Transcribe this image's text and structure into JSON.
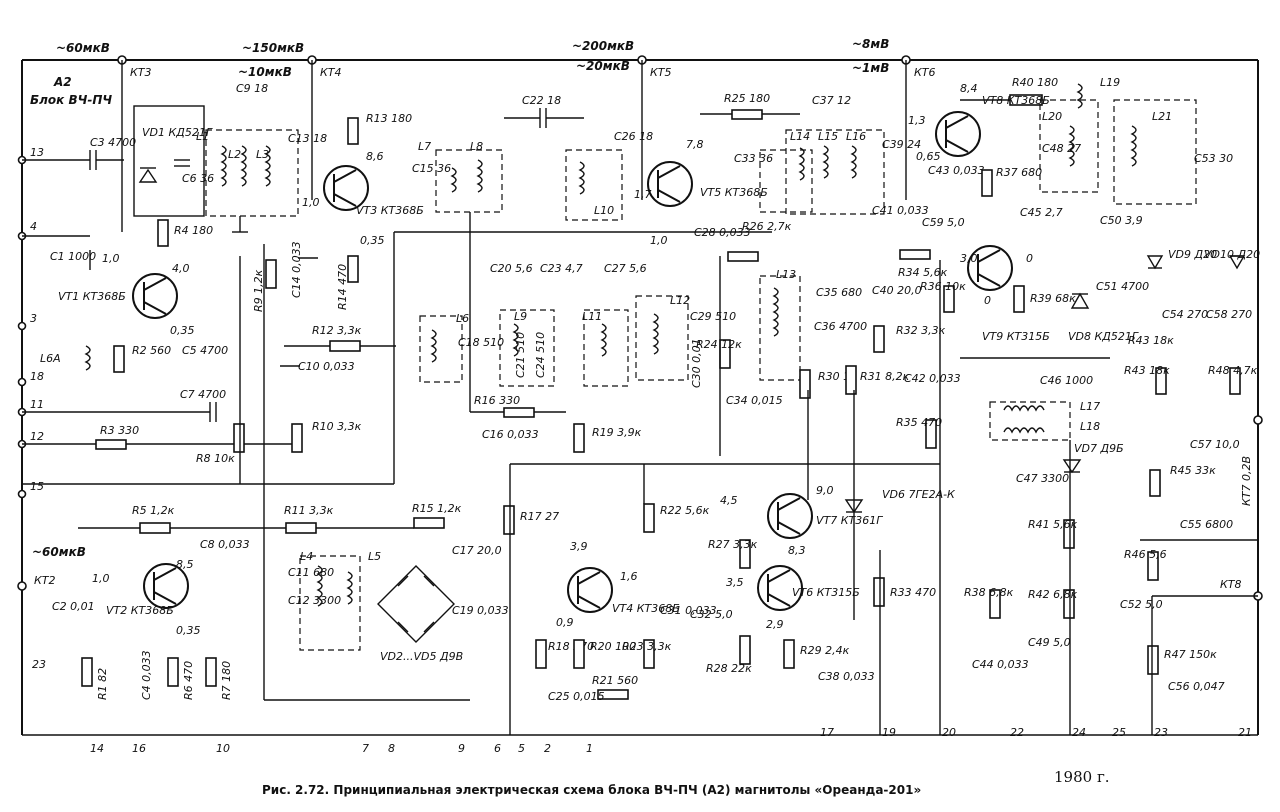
{
  "block": {
    "designator": "A2",
    "name": "Блок ВЧ-ПЧ"
  },
  "caption": "Рис. 2.72. Принципиальная электрическая схема блока ВЧ-ПЧ (А2) магнитолы «Ореанда-201»",
  "year": "1980 г.",
  "test_points": [
    {
      "id": "KT2",
      "label": "КТ2",
      "level": "~60мкВ"
    },
    {
      "id": "KT3",
      "label": "КТ3",
      "level": "~60мкВ"
    },
    {
      "id": "KT4",
      "label": "КТ4",
      "level": "~150мкВ",
      "level2": "~10мкВ"
    },
    {
      "id": "KT5",
      "label": "КТ5",
      "level": "~200мкВ",
      "level2": "~20мкВ"
    },
    {
      "id": "KT6",
      "label": "КТ6",
      "level": "~8мВ",
      "level2": "~1мВ"
    },
    {
      "id": "KT7",
      "label": "КТ7 0,2В"
    },
    {
      "id": "KT8",
      "label": "КТ8"
    }
  ],
  "left_pins": [
    "13",
    "4",
    "3",
    "18",
    "11",
    "12",
    "15",
    "23"
  ],
  "bottom_pins": [
    "14",
    "16",
    "10",
    "7",
    "8",
    "9",
    "6",
    "5",
    "2",
    "1",
    "17",
    "19",
    "20",
    "22",
    "24",
    "25",
    "23",
    "21"
  ],
  "components": {
    "vd1": "VD1 КД521Г",
    "l1": "L1",
    "l2": "L2",
    "l3": "L3",
    "c9": "C9 18",
    "c13": "C13 18",
    "c3": "C3 4700",
    "c6": "C6 36",
    "r4": "R4 180",
    "c1": "C1 1000",
    "vt1": "VT1 КТ368Б",
    "r2": "R2 560",
    "c5": "C5 4700",
    "c7": "C7 4700",
    "l6a": "L6A",
    "r3": "R3 330",
    "r8": "R8 10к",
    "r13": "R13 180",
    "vt3": "VT3 КТ368Б",
    "c14": "C14 0,033",
    "r9": "R9 1,2к",
    "r14": "R14 470",
    "r12": "R12 3,3к",
    "c10": "C10 0,033",
    "r10": "R10 3,3к",
    "l7": "L7",
    "l8": "L8",
    "c15": "C15 36",
    "c22": "C22 18",
    "c26": "C26 18",
    "l10": "L10",
    "vt5": "VT5 КТ368Б",
    "c28": "C28 0,033",
    "r25": "R25 180",
    "c37": "C37 12",
    "l14": "L14",
    "l15": "L15",
    "l16": "L16",
    "c33": "C33 36",
    "c39": "C39 24",
    "r26": "R26 2,7к",
    "c41": "C41 0,033",
    "r40": "R40 180",
    "vt8": "VT8 КТ368Б",
    "c43": "C43 0,033",
    "r37": "R37 680",
    "l19": "L19",
    "l20": "L20",
    "l21": "L21",
    "c48": "C48 27",
    "c53": "C53 30",
    "c45": "C45 2,7",
    "c50": "C50 3,9",
    "c59": "C59 5,0",
    "r34": "R34 5,6к",
    "vt9": "VT9 КТ315Б",
    "r36": "R36 10к",
    "r39": "R39 68к",
    "vd8": "VD8 КД521Г",
    "c57_": "C51 4700",
    "r43a": "R43 18к",
    "vd9": "VD9 Д20",
    "vd10": "VD10 Д20",
    "c54": "C54 270",
    "c58": "C58 270",
    "r43b": "R43 18к",
    "r48": "R48 4,7к",
    "c46": "C46 1000",
    "l17": "L17",
    "l18": "L18",
    "c57": "C57 10,0",
    "vd7": "VD7 Д9Б",
    "r45": "R45 33к",
    "c47": "C47 3300",
    "c55": "C55 6800",
    "l6": "L6",
    "c18": "C18 510",
    "c20": "C20 5,6",
    "c23": "C23 4,7",
    "c27": "C27 5,6",
    "l9": "L9",
    "l11": "L11",
    "l12": "L12",
    "c21": "C21 510",
    "c24": "C24 510",
    "c29": "C29 510",
    "c30": "C30 0,01",
    "l13": "L13",
    "c35": "C35 680",
    "c36": "C36 4700",
    "r24": "R24 12к",
    "c34": "C34 0,015",
    "r30": "R30 1к",
    "r31": "R31 8,2к",
    "r32": "R32 3,3к",
    "c40": "C40 20,0",
    "c42": "C42 0,033",
    "r35": "R35 470",
    "r16": "R16 330",
    "c16": "C16 0,033",
    "r19": "R19 3,9к",
    "r17": "R17 27",
    "r22": "R22 5,6к",
    "vt7": "VT7 КТ361Г",
    "vd6": "VD6 7ГЕ2А-К",
    "r27": "R27 3,3к",
    "vt6": "VT6 КТ315Б",
    "c32": "C32 5,0",
    "r28": "R28 22к",
    "r29": "R29 2,4к",
    "c38": "C38 0,033",
    "r33": "R33 470",
    "r5": "R5 1,2к",
    "r11": "R11 3,3к",
    "r15": "R15 1,2к",
    "c8": "C8 0,033",
    "vt2": "VT2 КТ368Б",
    "c2": "C2 0,01",
    "r1": "R1 82",
    "c4": "C4 0,033",
    "r6": "R6 470",
    "r7": "R7 180",
    "l4": "L4",
    "l5": "L5",
    "c11": "C11 680",
    "c12": "C12 3300",
    "vd2_5": "VD2...VD5 Д9В",
    "c17": "C17 20,0",
    "c19": "C19 0,033",
    "vt4": "VT4 КТ368Б",
    "r18": "R18 270",
    "r20": "R20 100",
    "r23": "R23 3,3к",
    "c31": "C31 0,033",
    "r21": "R21 560",
    "c25": "C25 0,015",
    "r38": "R38 6,8к",
    "r41": "R41 5,6к",
    "r42": "R42 6,8к",
    "c44": "C44 0,033",
    "c49": "C49 5,0",
    "r46": "R46 5,6",
    "c52": "C52 5,0",
    "r47": "R47 150к",
    "c56": "C56 0,047"
  },
  "voltages": {
    "vt1_c": "4,0",
    "vt1_b": "1,0",
    "vt1_e": "0,35",
    "vt3_c": "8,6",
    "vt3_b": "1,0",
    "vt3_e": "0,35",
    "vt5_c": "7,8",
    "vt5_b": "1,7",
    "vt5_e": "1,0",
    "vt8_c": "8,4",
    "vt8_b": "1,3",
    "vt8_e": "0,65",
    "vt9_c": "3,0",
    "vt9_b": "0",
    "vt9_e": "0",
    "vt2_b": "1,0",
    "vt2_c": "8,5",
    "vt2_e": "0,35",
    "vt4_c": "3,9",
    "vt4_b": "1,6",
    "vt4_e": "0,9",
    "vt7_e": "4,5",
    "vt7_c": "9,0",
    "vt7_b": "8,3",
    "vt6_b": "3,5",
    "vt6_e": "2,9"
  }
}
